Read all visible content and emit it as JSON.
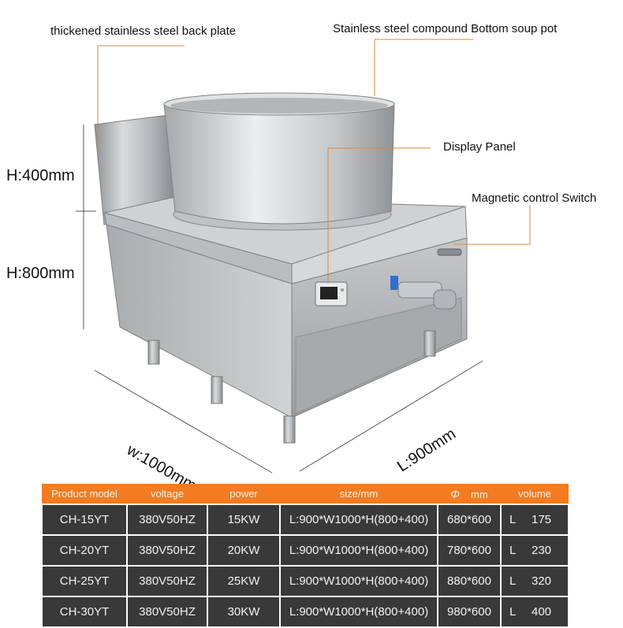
{
  "callouts": {
    "back_plate": "thickened stainless steel back plate",
    "soup_pot": "Stainless steel compound Bottom soup pot",
    "display_panel": "Display Panel",
    "magnetic_switch": "Magnetic control Switch"
  },
  "dimensions": {
    "height_top": "H:400mm",
    "height_body": "H:800mm",
    "width": "w:1000mm",
    "length": "L:900mm"
  },
  "table": {
    "headers": {
      "model": "Product model",
      "voltage": "voltage",
      "power": "power",
      "size": "size/mm",
      "phi": "Φ",
      "mm": "mm",
      "volume": "volume"
    },
    "rows": [
      {
        "model": "CH-15YT",
        "voltage": "380V50HZ",
        "power": "15KW",
        "size": "L:900*W1000*H(800+400)",
        "pot": "680*600",
        "unit": "L",
        "capacity": "175"
      },
      {
        "model": "CH-20YT",
        "voltage": "380V50HZ",
        "power": "20KW",
        "size": "L:900*W1000*H(800+400)",
        "pot": "780*600",
        "unit": "L",
        "capacity": "230"
      },
      {
        "model": "CH-25YT",
        "voltage": "380V50HZ",
        "power": "25KW",
        "size": "L:900*W1000*H(800+400)",
        "pot": "880*600",
        "unit": "L",
        "capacity": "320"
      },
      {
        "model": "CH-30YT",
        "voltage": "380V50HZ",
        "power": "30KW",
        "size": "L:900*W1000*H(800+400)",
        "pot": "980*600",
        "unit": "L",
        "capacity": "400"
      }
    ]
  },
  "colors": {
    "accent": "#f47b20",
    "row_bg": "#393939",
    "steel": "#b9bcbf"
  }
}
